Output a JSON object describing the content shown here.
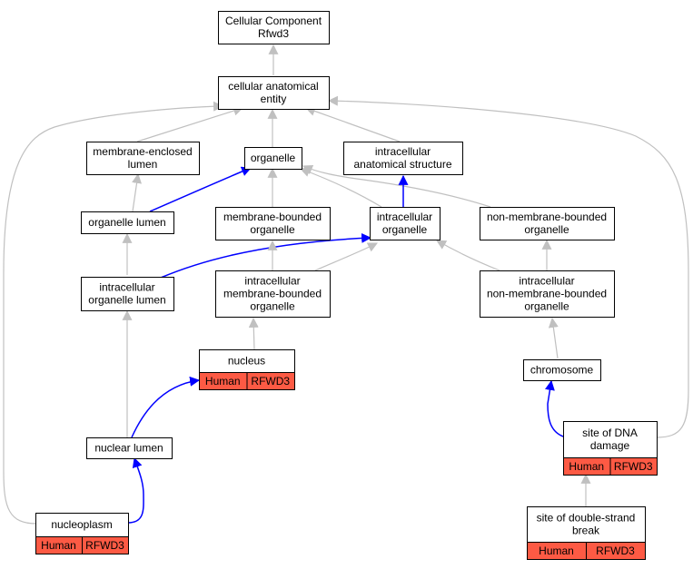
{
  "title": "",
  "colors": {
    "gray_edge": "#c0c0c0",
    "blue_edge": "#0000ff",
    "node_border": "#000000",
    "annotation_fill": "#fd5a44"
  },
  "nodes": {
    "root": [
      "Cellular Component",
      "Rfwd3"
    ],
    "cae": [
      "cellular anatomical",
      "entity"
    ],
    "mel": [
      "membrane-enclosed",
      "lumen"
    ],
    "org": [
      "organelle"
    ],
    "ias": [
      "intracellular",
      "anatomical structure"
    ],
    "olu": [
      "organelle lumen"
    ],
    "mbo": [
      "membrane-bounded",
      "organelle"
    ],
    "ico": [
      "intracellular",
      "organelle"
    ],
    "nmbo": [
      "non-membrane-bounded",
      "organelle"
    ],
    "iol": [
      "intracellular",
      "organelle lumen"
    ],
    "imbo": [
      "intracellular",
      "membrane-bounded",
      "organelle"
    ],
    "inmbo": [
      "intracellular",
      "non-membrane-bounded",
      "organelle"
    ],
    "nuc": [
      "nucleus"
    ],
    "chr": [
      "chromosome"
    ],
    "nlu": [
      "nuclear lumen"
    ],
    "sdd": [
      "site of DNA",
      "damage"
    ],
    "npl": [
      "nucleoplasm"
    ],
    "sdsb": [
      "site of double-strand",
      "break"
    ]
  },
  "annotations": {
    "nuc": [
      "Human",
      "RFWD3"
    ],
    "sdd": [
      "Human",
      "RFWD3"
    ],
    "npl": [
      "Human",
      "RFWD3"
    ],
    "sdsb": [
      "Human",
      "RFWD3"
    ]
  },
  "edges": [
    {
      "from": "cae",
      "to": "root",
      "kind": "is_a"
    },
    {
      "from": "mel",
      "to": "cae",
      "kind": "is_a"
    },
    {
      "from": "org",
      "to": "cae",
      "kind": "is_a"
    },
    {
      "from": "ias",
      "to": "cae",
      "kind": "is_a"
    },
    {
      "from": "npl",
      "to": "cae",
      "kind": "is_a"
    },
    {
      "from": "sdd",
      "to": "cae",
      "kind": "is_a"
    },
    {
      "from": "olu",
      "to": "mel",
      "kind": "is_a"
    },
    {
      "from": "olu",
      "to": "org",
      "kind": "part_of"
    },
    {
      "from": "mbo",
      "to": "org",
      "kind": "is_a"
    },
    {
      "from": "ico",
      "to": "org",
      "kind": "is_a"
    },
    {
      "from": "nmbo",
      "to": "org",
      "kind": "is_a"
    },
    {
      "from": "ico",
      "to": "ias",
      "kind": "part_of"
    },
    {
      "from": "iol",
      "to": "olu",
      "kind": "is_a"
    },
    {
      "from": "iol",
      "to": "ico",
      "kind": "part_of"
    },
    {
      "from": "imbo",
      "to": "mbo",
      "kind": "is_a"
    },
    {
      "from": "imbo",
      "to": "ico",
      "kind": "is_a"
    },
    {
      "from": "inmbo",
      "to": "ico",
      "kind": "is_a"
    },
    {
      "from": "inmbo",
      "to": "nmbo",
      "kind": "is_a"
    },
    {
      "from": "nuc",
      "to": "imbo",
      "kind": "is_a"
    },
    {
      "from": "nlu",
      "to": "iol",
      "kind": "is_a"
    },
    {
      "from": "nlu",
      "to": "nuc",
      "kind": "part_of"
    },
    {
      "from": "chr",
      "to": "inmbo",
      "kind": "is_a"
    },
    {
      "from": "sdd",
      "to": "chr",
      "kind": "part_of"
    },
    {
      "from": "npl",
      "to": "nlu",
      "kind": "part_of"
    },
    {
      "from": "sdsb",
      "to": "sdd",
      "kind": "is_a"
    }
  ]
}
